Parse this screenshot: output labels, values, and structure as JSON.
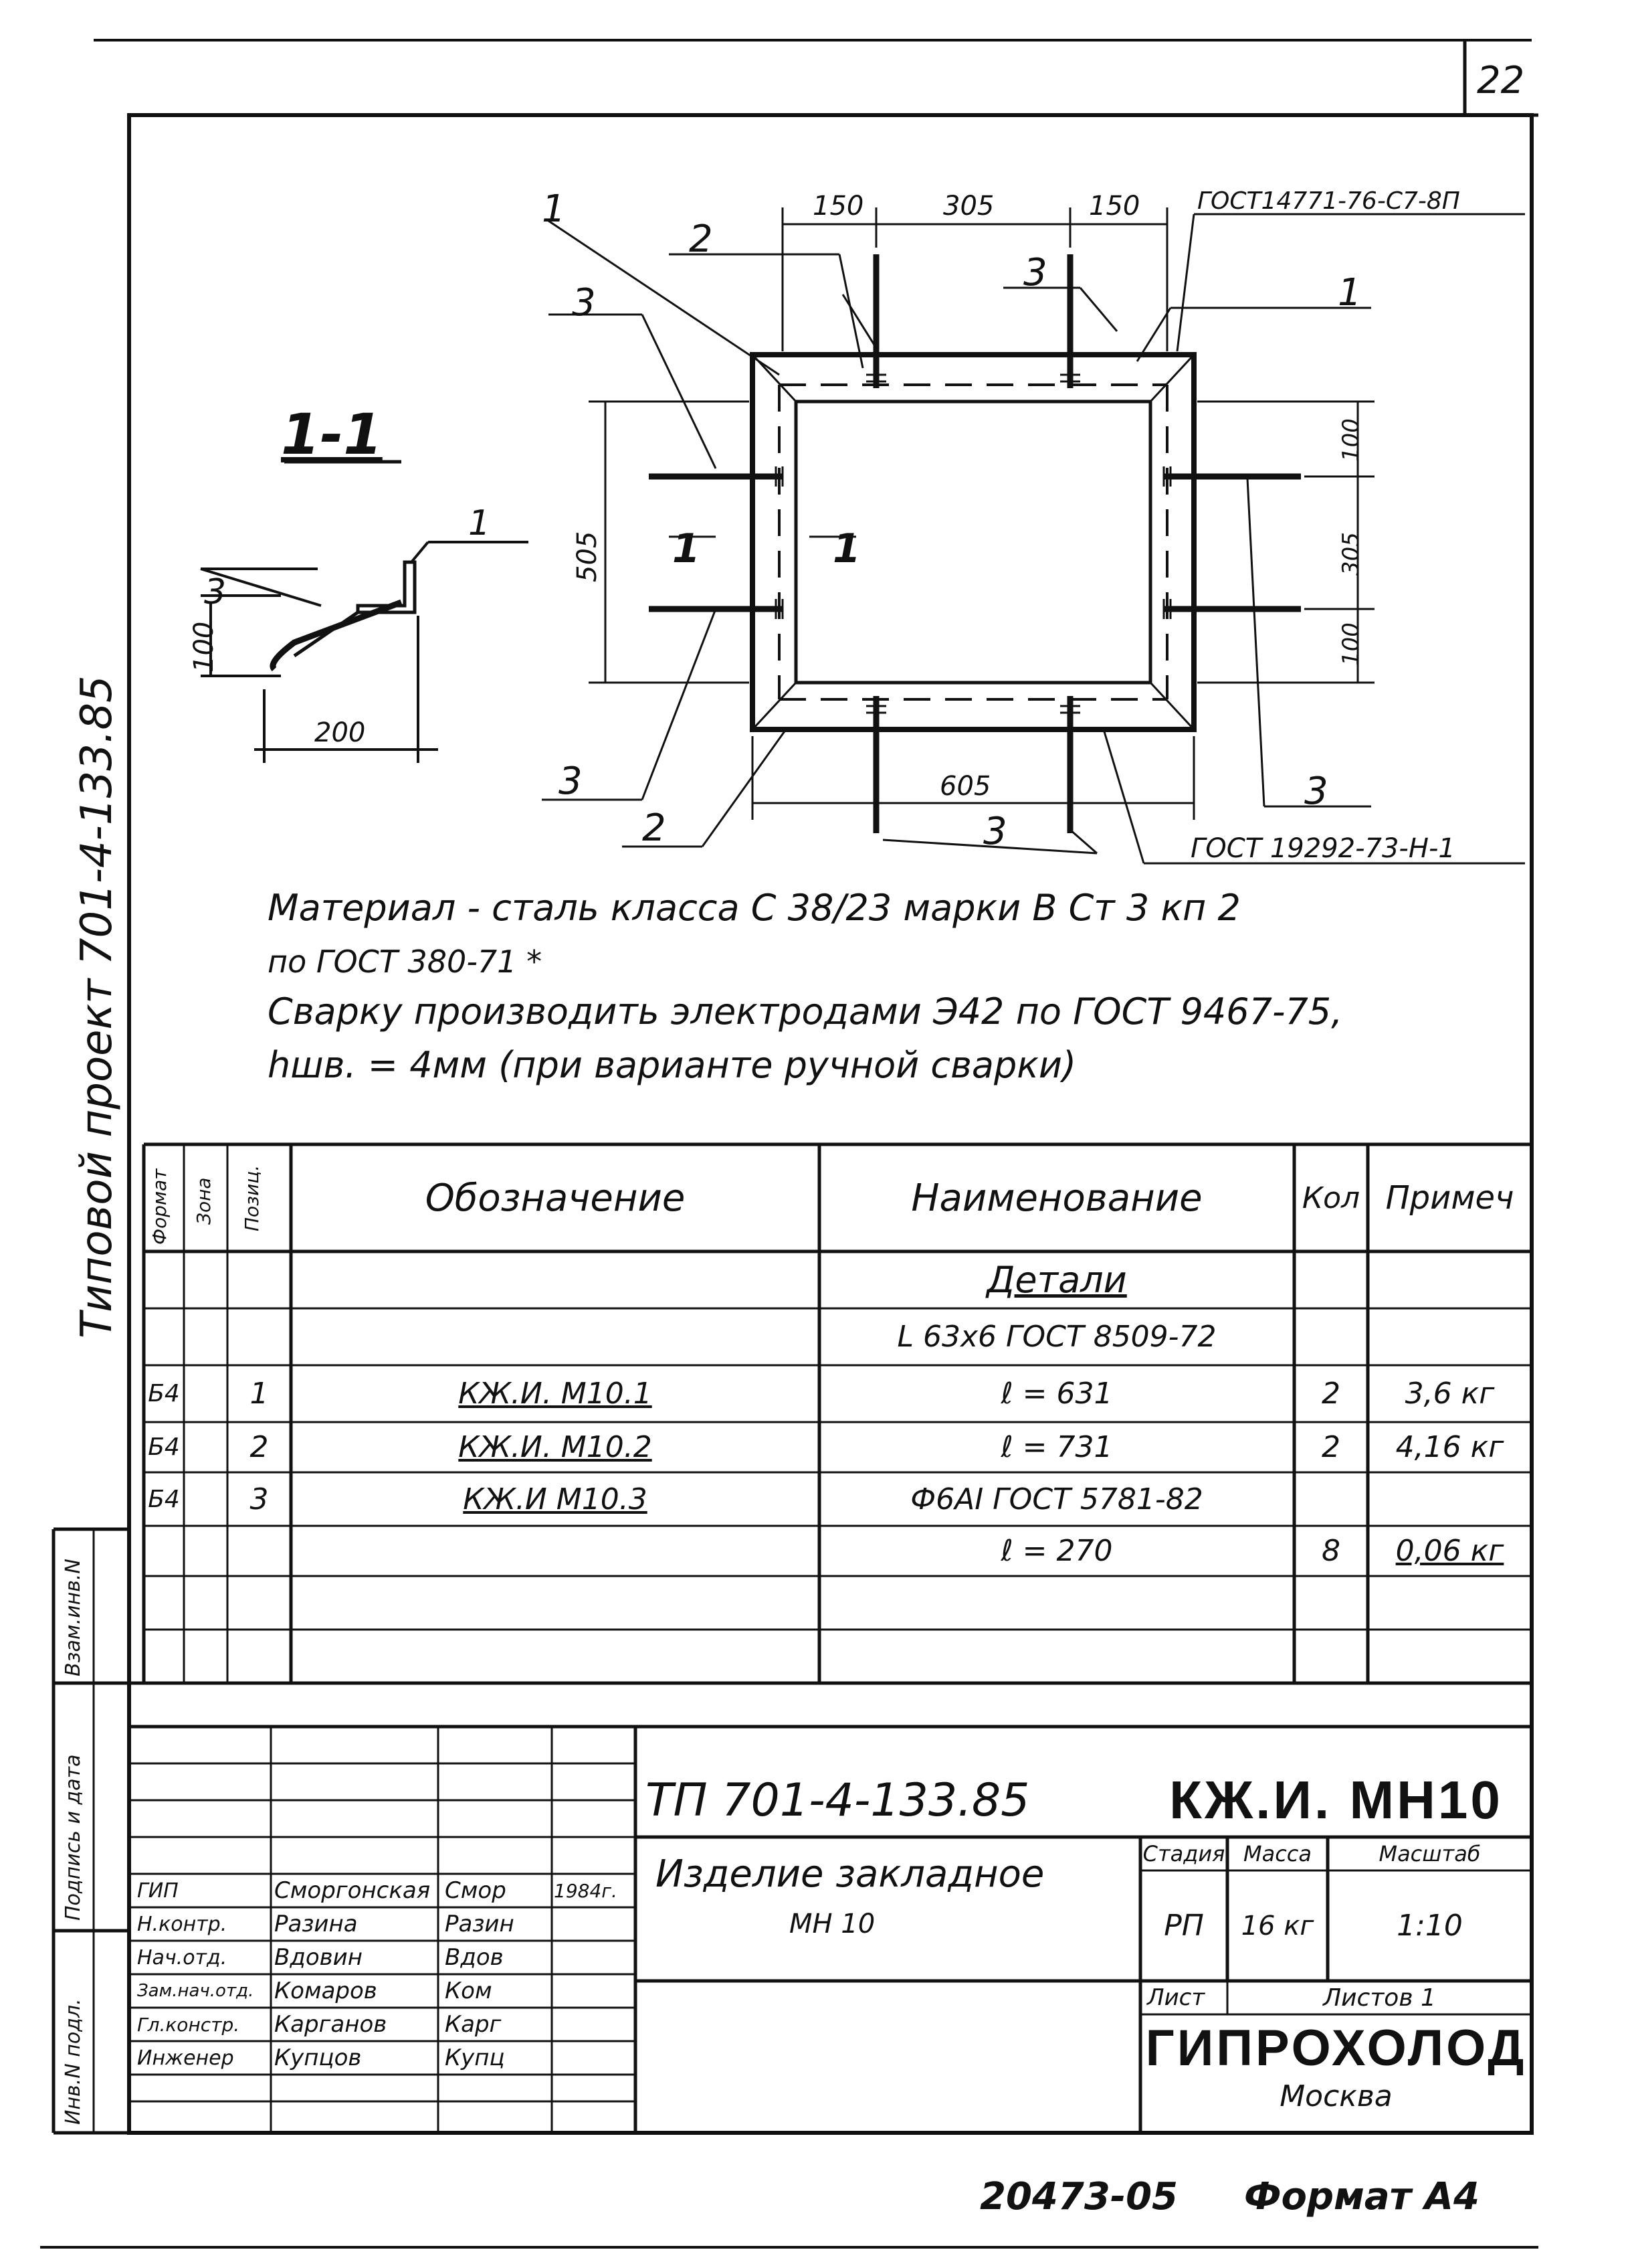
{
  "sheet": {
    "page_number": "22",
    "project_vertical": "Типовой   проект 701-4-133.85"
  },
  "drawing": {
    "section_mark": "1-1",
    "side": {
      "pos_3": "3",
      "pos_1": "1",
      "dim_height": "100",
      "dim_width": "200"
    },
    "plan": {
      "top_dims": [
        "150",
        "305",
        "150"
      ],
      "gost_top": "ГОСТ14771-76-С7-8П",
      "gost_bottom": "ГОСТ 19292-73-Н-1",
      "left_dim": "505",
      "right_dims": [
        "100",
        "305",
        "100"
      ],
      "bottom_dim": "605",
      "section_marks": [
        "1",
        "1"
      ],
      "pos_labels": {
        "p1_left": "1",
        "p2_top": "2",
        "p3_top": "3",
        "p3_left": "3",
        "p1_right": "1",
        "p3_bl": "3",
        "p2_bl": "2",
        "p3_bottom": "3",
        "p3_right": "3"
      }
    }
  },
  "notes": [
    "Материал - сталь класса С 38/23 марки В Ст 3 кп 2",
    "по ГОСТ 380-71 *",
    "Сварку производить электродами Э42 по ГОСТ 9467-75,",
    "hшв. = 4мм (при варианте ручной сварки)"
  ],
  "spec": {
    "headers": {
      "format": "Формат",
      "zone": "Зона",
      "pos": "Позиц.",
      "designation": "Обозначение",
      "name": "Наименование",
      "qty": "Кол",
      "note": "Примеч"
    },
    "rows": [
      {
        "format": "",
        "zone": "",
        "pos": "",
        "designation": "",
        "name": "Детали",
        "qty": "",
        "note": ""
      },
      {
        "format": "",
        "zone": "",
        "pos": "",
        "designation": "",
        "name": "L 63x6   ГОСТ 8509-72",
        "qty": "",
        "note": ""
      },
      {
        "format": "Б4",
        "zone": "",
        "pos": "1",
        "designation": "КЖ.И.   М10.1",
        "name": "ℓ = 631",
        "qty": "2",
        "note": "3,6 кг"
      },
      {
        "format": "Б4",
        "zone": "",
        "pos": "2",
        "designation": "КЖ.И.   М10.2",
        "name": "ℓ = 731",
        "qty": "2",
        "note": "4,16 кг"
      },
      {
        "format": "Б4",
        "zone": "",
        "pos": "3",
        "designation": "КЖ.И   М10.3",
        "name": "Ф6АI  ГОСТ 5781-82",
        "qty": "",
        "note": ""
      },
      {
        "format": "",
        "zone": "",
        "pos": "",
        "designation": "",
        "name": "ℓ = 270",
        "qty": "8",
        "note": "0,06 кг"
      },
      {
        "format": "",
        "zone": "",
        "pos": "",
        "designation": "",
        "name": "",
        "qty": "",
        "note": ""
      }
    ]
  },
  "left_strip": {
    "inv_vzam": "Взам.инв.N",
    "sign_date": "Подпись и дата",
    "inv_orig": "Инв.N подл."
  },
  "title_block": {
    "doc_code": "ТП 701-4-133.85",
    "mark": "КЖ.И.  МН10",
    "item_name": "Изделие закладное",
    "item_sub": "МН 10",
    "stage_label": "Стадия",
    "mass_label": "Масса",
    "scale_label": "Масштаб",
    "stage": "РП",
    "mass": "16 кг",
    "scale": "1:10",
    "sheet_label": "Лист",
    "sheets_label": "Листов 1",
    "org": "ГИПРОХОЛОД",
    "city": "Москва",
    "staff": [
      {
        "role": "ГИП",
        "name": "Сморгонская",
        "sign": "Смор",
        "date": "1984г."
      },
      {
        "role": "Н.контр.",
        "name": "Разина",
        "sign": "Разин",
        "date": ""
      },
      {
        "role": "Нач.отд.",
        "name": "Вдовин",
        "sign": "Вдов",
        "date": ""
      },
      {
        "role": "Зам.нач.отд.",
        "name": "Комаров",
        "sign": "Ком",
        "date": ""
      },
      {
        "role": "Гл.констр.",
        "name": "Карганов",
        "sign": "Карг",
        "date": ""
      },
      {
        "role": "Инженер",
        "name": "Купцов",
        "sign": "Купц",
        "date": ""
      }
    ]
  },
  "footer": {
    "archive_no": "20473-05",
    "format": "Формат А4"
  }
}
